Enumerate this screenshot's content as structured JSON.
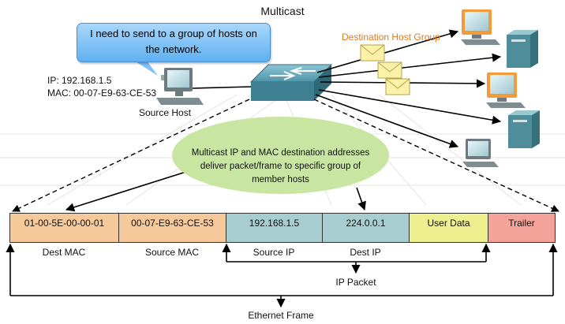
{
  "title": "Multicast",
  "speech_bubble": {
    "line1": "I need to send to a group of hosts on",
    "line2": "the network."
  },
  "destination_group_label": "Destination Host Group",
  "source_host": {
    "ip": "IP: 192.168.1.5",
    "mac": "MAC: 00-07-E9-63-CE-53",
    "label": "Source Host"
  },
  "callout": {
    "line1": "Multicast IP and MAC destination addresses",
    "line2": "deliver packet/frame to specific group of",
    "line3": "member hosts"
  },
  "frame_fields": [
    {
      "value": "01-00-5E-00-00-01",
      "label": "Dest MAC",
      "color": "#f6c99b"
    },
    {
      "value": "00-07-E9-63-CE-53",
      "label": "Source MAC",
      "color": "#f6c99b"
    },
    {
      "value": "192.168.1.5",
      "label": "Source IP",
      "color": "#a7cdd1"
    },
    {
      "value": "224.0.0.1",
      "label": "Dest IP",
      "color": "#a7cdd1"
    },
    {
      "value": "User Data",
      "label": "",
      "color": "#eef08f"
    },
    {
      "value": "Trailer",
      "label": "",
      "color": "#f5a39a"
    }
  ],
  "packet_label": "IP Packet",
  "frame_label": "Ethernet Frame",
  "colors": {
    "bubble": "#7fc1f5",
    "callout": "#c8e6a2",
    "group_label": "#e37a1e",
    "switch": "#4a8a9e",
    "host_monitor": "#5a99a6"
  },
  "icons": [
    "switch-icon",
    "source-host-icon",
    "destination-host-icon",
    "server-icon",
    "envelope-icon"
  ]
}
